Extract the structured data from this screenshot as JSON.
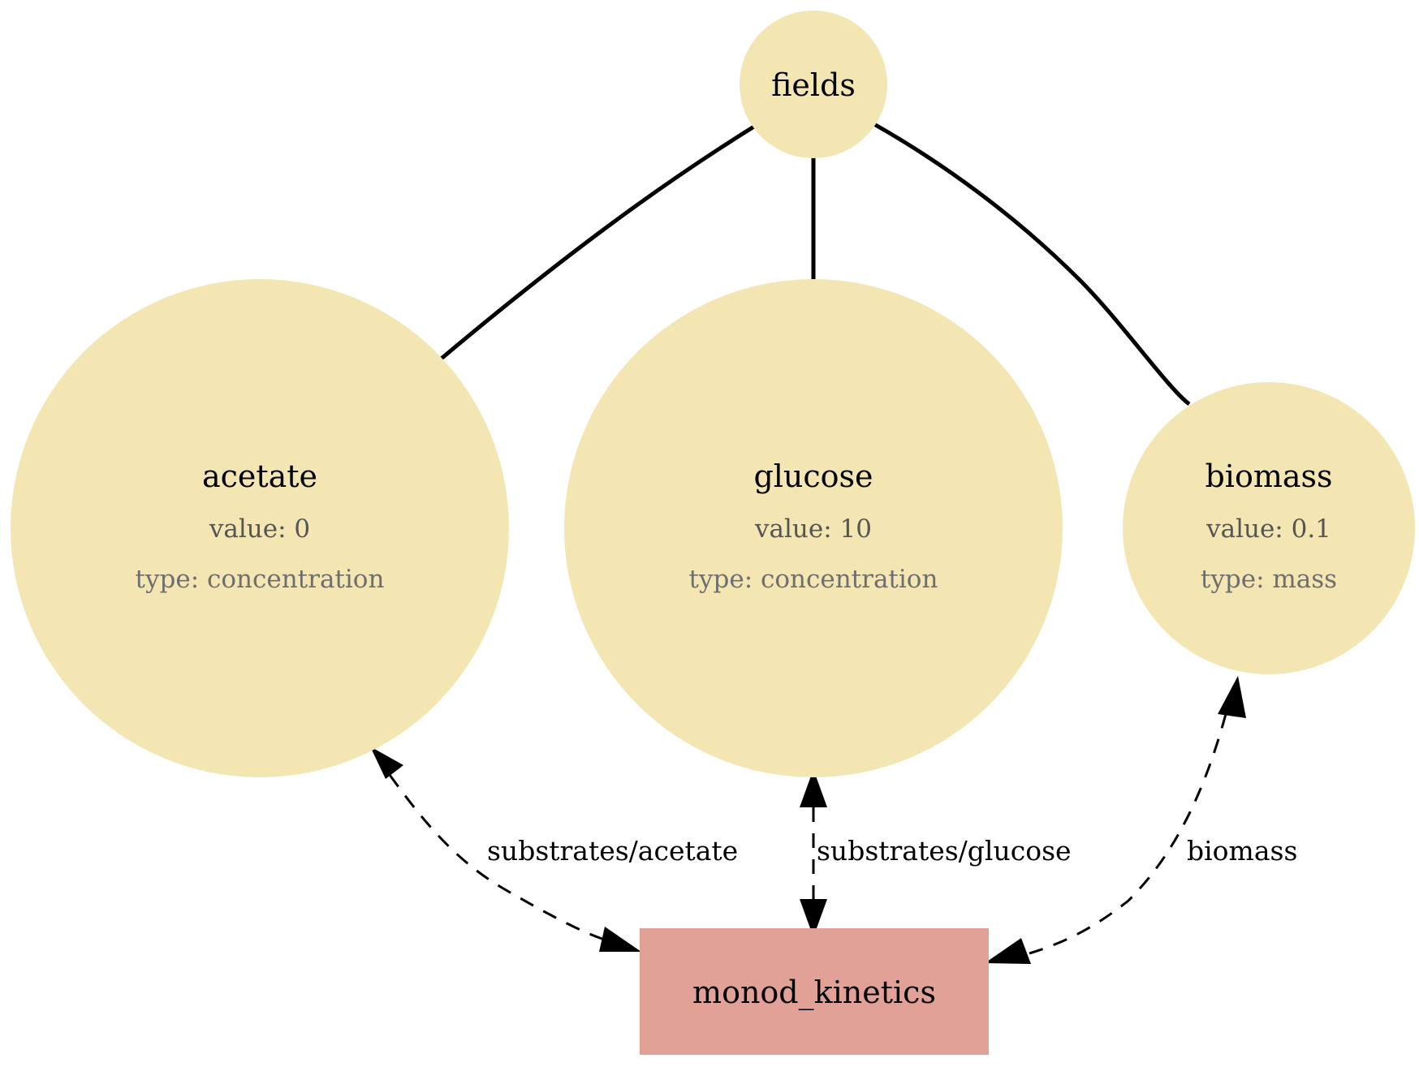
{
  "colors": {
    "variable_node": "#f3e6b2",
    "process_node": "#e2a196",
    "edge": "#000000",
    "value_text": "#555555",
    "type_text": "#6e6e6e"
  },
  "nodes": {
    "fields": {
      "label": "fields"
    },
    "acetate": {
      "label": "acetate",
      "value": "value: 0",
      "type": "type: concentration"
    },
    "glucose": {
      "label": "glucose",
      "value": "value: 10",
      "type": "type: concentration"
    },
    "biomass": {
      "label": "biomass",
      "value": "value: 0.1",
      "type": "type: mass"
    },
    "monod": {
      "label": "monod_kinetics"
    }
  },
  "edges": {
    "acetate": "substrates/acetate",
    "glucose": "substrates/glucose",
    "biomass": "biomass"
  }
}
